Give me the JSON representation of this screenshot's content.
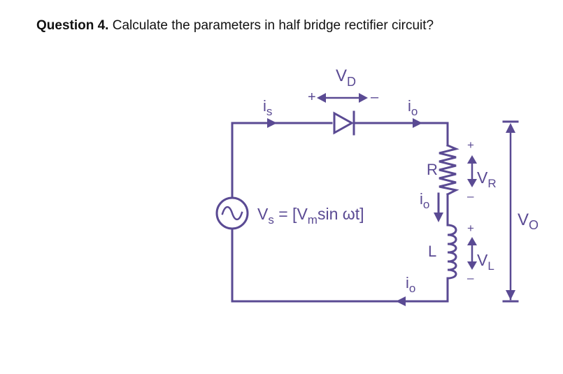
{
  "question": {
    "label": "Question 4.",
    "text": " Calculate the parameters in half bridge rectifier circuit?"
  },
  "circuit": {
    "color": "#5a4a93",
    "diode_voltage": {
      "main": "V",
      "sub": "D",
      "plus": "+",
      "minus": "–"
    },
    "source_current": {
      "main": "i",
      "sub": "s"
    },
    "output_current_top": {
      "main": "i",
      "sub": "o"
    },
    "output_current_mid": {
      "main": "i",
      "sub": "o"
    },
    "output_current_bottom": {
      "main": "i",
      "sub": "o"
    },
    "source_label": {
      "v": "V",
      "v_sub": "s",
      "eq": " = [V",
      "m_sub": "m",
      "rest": "sin ωt]"
    },
    "resistor": {
      "name": "R",
      "plus": "+",
      "minus": "–",
      "v": "V",
      "v_sub": "R"
    },
    "inductor": {
      "name": "L",
      "plus": "+",
      "minus": "–",
      "v": "V",
      "v_sub": "L"
    },
    "output_voltage": {
      "main": "V",
      "sub": "O"
    }
  }
}
